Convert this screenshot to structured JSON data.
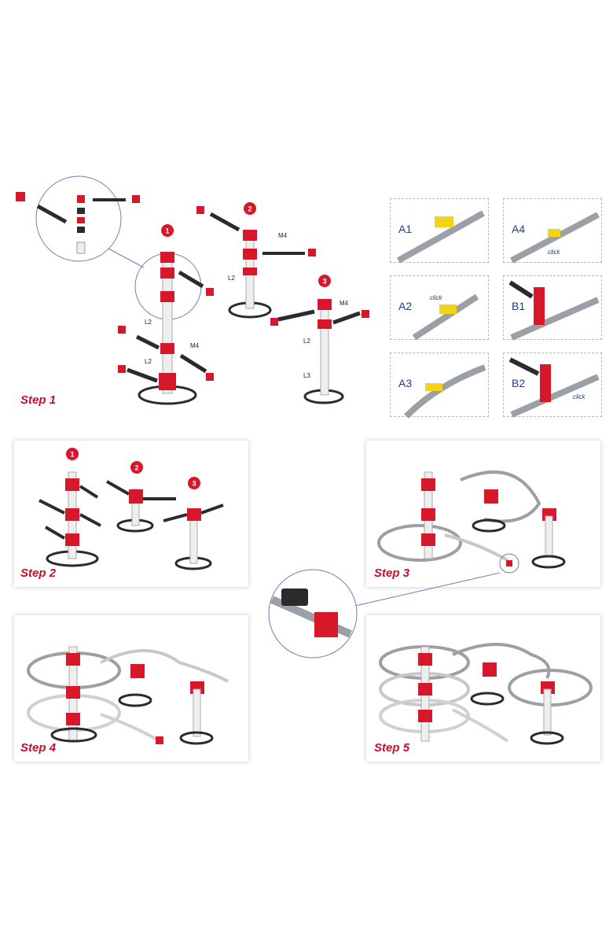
{
  "colors": {
    "red": "#d7182a",
    "dark_red": "#a00f1c",
    "black": "#2b2b2b",
    "track": "#9aa0a6",
    "yellow": "#f3d21b",
    "navy": "#1f3c88",
    "circle": "#7a76b8"
  },
  "steps": [
    {
      "word": "Step",
      "number": "1"
    },
    {
      "word": "Step",
      "number": "2"
    },
    {
      "word": "Step",
      "number": "3"
    },
    {
      "word": "Step",
      "number": "4"
    },
    {
      "word": "Step",
      "number": "5"
    }
  ],
  "badges": [
    "1",
    "2",
    "3"
  ],
  "part_labels": {
    "l2": "L2",
    "l3": "L3",
    "m4": "M4"
  },
  "mini_panels": [
    {
      "label": "A1"
    },
    {
      "label": "A4",
      "note": "click"
    },
    {
      "label": "A2",
      "note": "click"
    },
    {
      "label": "B1"
    },
    {
      "label": "A3"
    },
    {
      "label": "B2",
      "note": "click"
    }
  ]
}
